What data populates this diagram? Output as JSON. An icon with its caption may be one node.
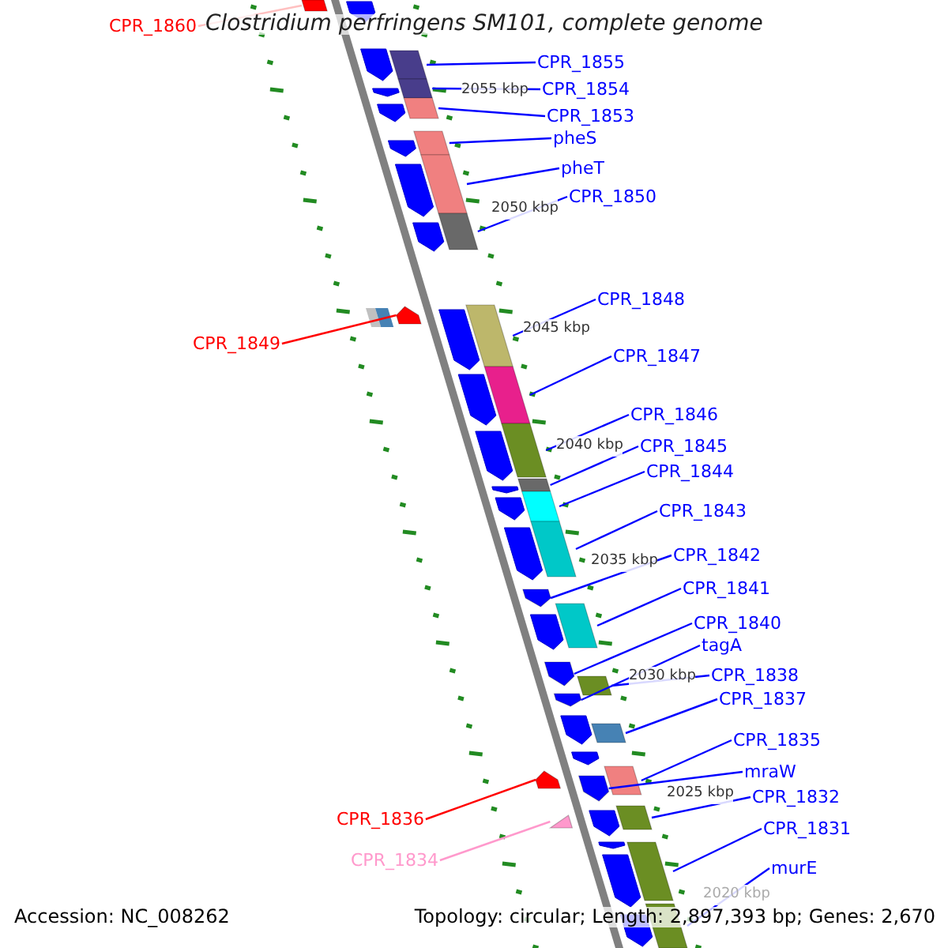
{
  "diagram": {
    "title": "Clostridium perfringens SM101, complete genome",
    "nodes": [
      {
        "text": [
          "CPR_1860"
        ]
      },
      {
        "text": [
          "CPR_1855"
        ]
      },
      {
        "text": [
          "CPR_1854"
        ]
      },
      {
        "text": [
          "CPR_1853"
        ]
      },
      {
        "text": [
          "pheS"
        ]
      },
      {
        "text": [
          "pheT"
        ]
      },
      {
        "text": [
          "CPR_1850"
        ]
      },
      {
        "text": [
          "CPR_1848"
        ]
      },
      {
        "text": [
          "CPR_1849"
        ]
      },
      {
        "text": [
          "CPR_1847"
        ]
      },
      {
        "text": [
          "CPR_1846"
        ]
      },
      {
        "text": [
          "CPR_1845"
        ]
      },
      {
        "text": [
          "CPR_1844"
        ]
      },
      {
        "text": [
          "CPR_1843"
        ]
      },
      {
        "text": [
          "CPR_1842"
        ]
      },
      {
        "text": [
          "CPR_1841"
        ]
      },
      {
        "text": [
          "CPR_1840"
        ]
      },
      {
        "text": [
          "tagA"
        ]
      },
      {
        "text": [
          "CPR_1838"
        ]
      },
      {
        "text": [
          "CPR_1837"
        ]
      },
      {
        "text": [
          "CPR_1835"
        ]
      },
      {
        "text": [
          "mraW"
        ]
      },
      {
        "text": [
          "CPR_1832"
        ]
      },
      {
        "text": [
          "CPR_1836"
        ]
      },
      {
        "text": [
          "CPR_1831"
        ]
      },
      {
        "text": [
          "CPR_1834"
        ]
      },
      {
        "text": [
          "murE"
        ]
      },
      {
        "text": [],
        "shape": "bar"
      },
      {
        "text": [],
        "shape": "bar"
      },
      {
        "text": [],
        "shape": "bar"
      },
      {
        "text": [],
        "shape": "bar"
      },
      {
        "text": [],
        "shape": "bar"
      },
      {
        "text": [],
        "shape": "bar"
      },
      {
        "text": [],
        "shape": "bar"
      },
      {
        "text": [],
        "shape": "bar"
      },
      {
        "text": [],
        "shape": "pentagon"
      },
      {
        "text": [],
        "shape": "bar"
      },
      {
        "text": [],
        "shape": "bar"
      },
      {
        "text": [],
        "shape": "bar"
      },
      {
        "text": [],
        "shape": "bar"
      },
      {
        "text": [],
        "shape": "bar"
      },
      {
        "text": [],
        "shape": "pentagon"
      },
      {
        "text": [],
        "shape": "bar"
      },
      {
        "text": [],
        "shape": "pentagon"
      },
      {
        "text": [],
        "shape": "pentagon"
      },
      {
        "text": [],
        "shape": "bar"
      },
      {
        "text": [],
        "shape": "bar"
      },
      {
        "text": [],
        "shape": "bar"
      },
      {
        "text": [],
        "shape": "pentagon"
      },
      {
        "text": [],
        "shape": "bar"
      },
      {
        "text": [],
        "shape": "pentagon"
      },
      {
        "text": [],
        "shape": "bar"
      },
      {
        "text": [],
        "shape": "triangle"
      },
      {
        "text": [],
        "shape": "bar"
      }
    ],
    "edges": [
      {
        "from": 0,
        "to": 27,
        "arrow": "none",
        "color": "#ffc0c0"
      },
      {
        "from": 1,
        "to": 28,
        "arrow": "none"
      },
      {
        "from": 2,
        "to": 29,
        "arrow": "none"
      },
      {
        "from": 3,
        "to": 30,
        "arrow": "none"
      },
      {
        "from": 4,
        "to": 31,
        "arrow": "none"
      },
      {
        "from": 5,
        "to": 32,
        "arrow": "none"
      },
      {
        "from": 6,
        "to": 33,
        "arrow": "none"
      },
      {
        "from": 7,
        "to": 34,
        "arrow": "none"
      },
      {
        "from": 8,
        "to": 35,
        "arrow": "none",
        "color": "#ff0000"
      },
      {
        "from": 9,
        "to": 36,
        "arrow": "none"
      },
      {
        "from": 10,
        "to": 37,
        "arrow": "none"
      },
      {
        "from": 11,
        "to": 38,
        "arrow": "none"
      },
      {
        "from": 12,
        "to": 39,
        "arrow": "none"
      },
      {
        "from": 13,
        "to": 40,
        "arrow": "none"
      },
      {
        "from": 14,
        "to": 41,
        "arrow": "none"
      },
      {
        "from": 15,
        "to": 42,
        "arrow": "none"
      },
      {
        "from": 16,
        "to": 43,
        "arrow": "none"
      },
      {
        "from": 17,
        "to": 44,
        "arrow": "none"
      },
      {
        "from": 18,
        "to": 45,
        "arrow": "none"
      },
      {
        "from": 19,
        "to": 46,
        "arrow": "none"
      },
      {
        "from": 20,
        "to": 47,
        "arrow": "none"
      },
      {
        "from": 21,
        "to": 48,
        "arrow": "none"
      },
      {
        "from": 22,
        "to": 49,
        "arrow": "none"
      },
      {
        "from": 23,
        "to": 50,
        "arrow": "none",
        "color": "#ff0000"
      },
      {
        "from": 24,
        "to": 51,
        "arrow": "none"
      },
      {
        "from": 25,
        "to": 52,
        "arrow": "none",
        "color": "#ff99cc"
      },
      {
        "from": 26,
        "to": 53,
        "arrow": "none"
      }
    ],
    "labels": [
      "2055 kbp",
      "2050 kbp",
      "2045 kbp",
      "2040 kbp",
      "2035 kbp",
      "2030 kbp",
      "2025 kbp",
      "2020 kbp",
      "Accession: NC_008262",
      "Topology: circular; Length: 2,897,393 bp; Genes: 2,670"
    ]
  }
}
